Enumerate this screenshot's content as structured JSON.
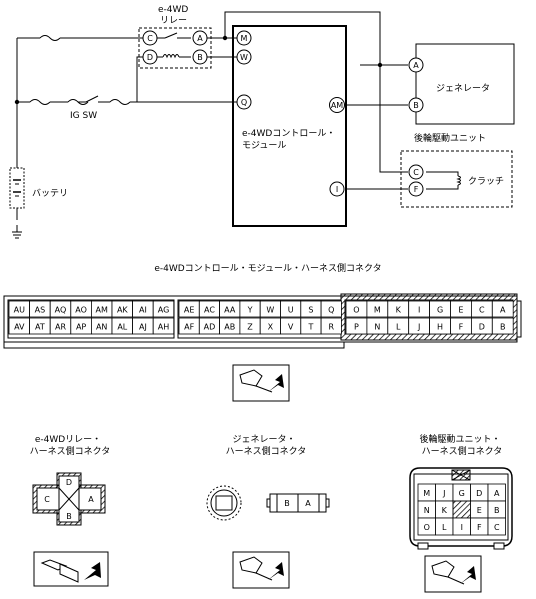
{
  "relay": {
    "title_line1": "e-4WD",
    "title_line2": "リレー",
    "pins": {
      "C": "C",
      "A": "A",
      "D": "D",
      "B": "B"
    }
  },
  "module": {
    "name_line1": "e-4WDコントロール・",
    "name_line2": "モジュール",
    "pins": {
      "M": "M",
      "W": "W",
      "Q": "Q",
      "AM": "AM",
      "I": "I"
    }
  },
  "generator": {
    "name": "ジェネレータ",
    "pins": {
      "A": "A",
      "B": "B"
    }
  },
  "rear_unit": {
    "title": "後輪駆動ユニット",
    "clutch": "クラッチ",
    "pins": {
      "C": "C",
      "F": "F"
    }
  },
  "battery": {
    "label": "バッテリ"
  },
  "ig_sw": {
    "label": "IG SW"
  },
  "module_connector": {
    "title": "e-4WDコントロール・モジュール・ハーネス側コネクタ",
    "top_row": [
      "AU",
      "AS",
      "AQ",
      "AO",
      "AM",
      "AK",
      "AI",
      "AG",
      "AE",
      "AC",
      "AA",
      "Y",
      "W",
      "U",
      "S",
      "Q",
      "O",
      "M",
      "K",
      "I",
      "G",
      "E",
      "C",
      "A"
    ],
    "bottom_row": [
      "AV",
      "AT",
      "AR",
      "AP",
      "AN",
      "AL",
      "AJ",
      "AH",
      "AF",
      "AD",
      "AB",
      "Z",
      "X",
      "V",
      "T",
      "R",
      "P",
      "N",
      "L",
      "J",
      "H",
      "F",
      "D",
      "B"
    ]
  },
  "relay_connector": {
    "title_line1": "e-4WDリレー・",
    "title_line2": "ハーネス側コネクタ",
    "pins": [
      "D",
      "C",
      "A",
      "B"
    ]
  },
  "generator_connector": {
    "title_line1": "ジェネレータ・",
    "title_line2": "ハーネス側コネクタ",
    "pins": [
      "B",
      "A"
    ]
  },
  "rear_connector": {
    "title_line1": "後輪駆動ユニット・",
    "title_line2": "ハーネス側コネクタ",
    "rows": [
      [
        "M",
        "J",
        "G",
        "D",
        "A"
      ],
      [
        "N",
        "K",
        "",
        "E",
        "B"
      ],
      [
        "O",
        "L",
        "I",
        "F",
        "C"
      ]
    ]
  }
}
